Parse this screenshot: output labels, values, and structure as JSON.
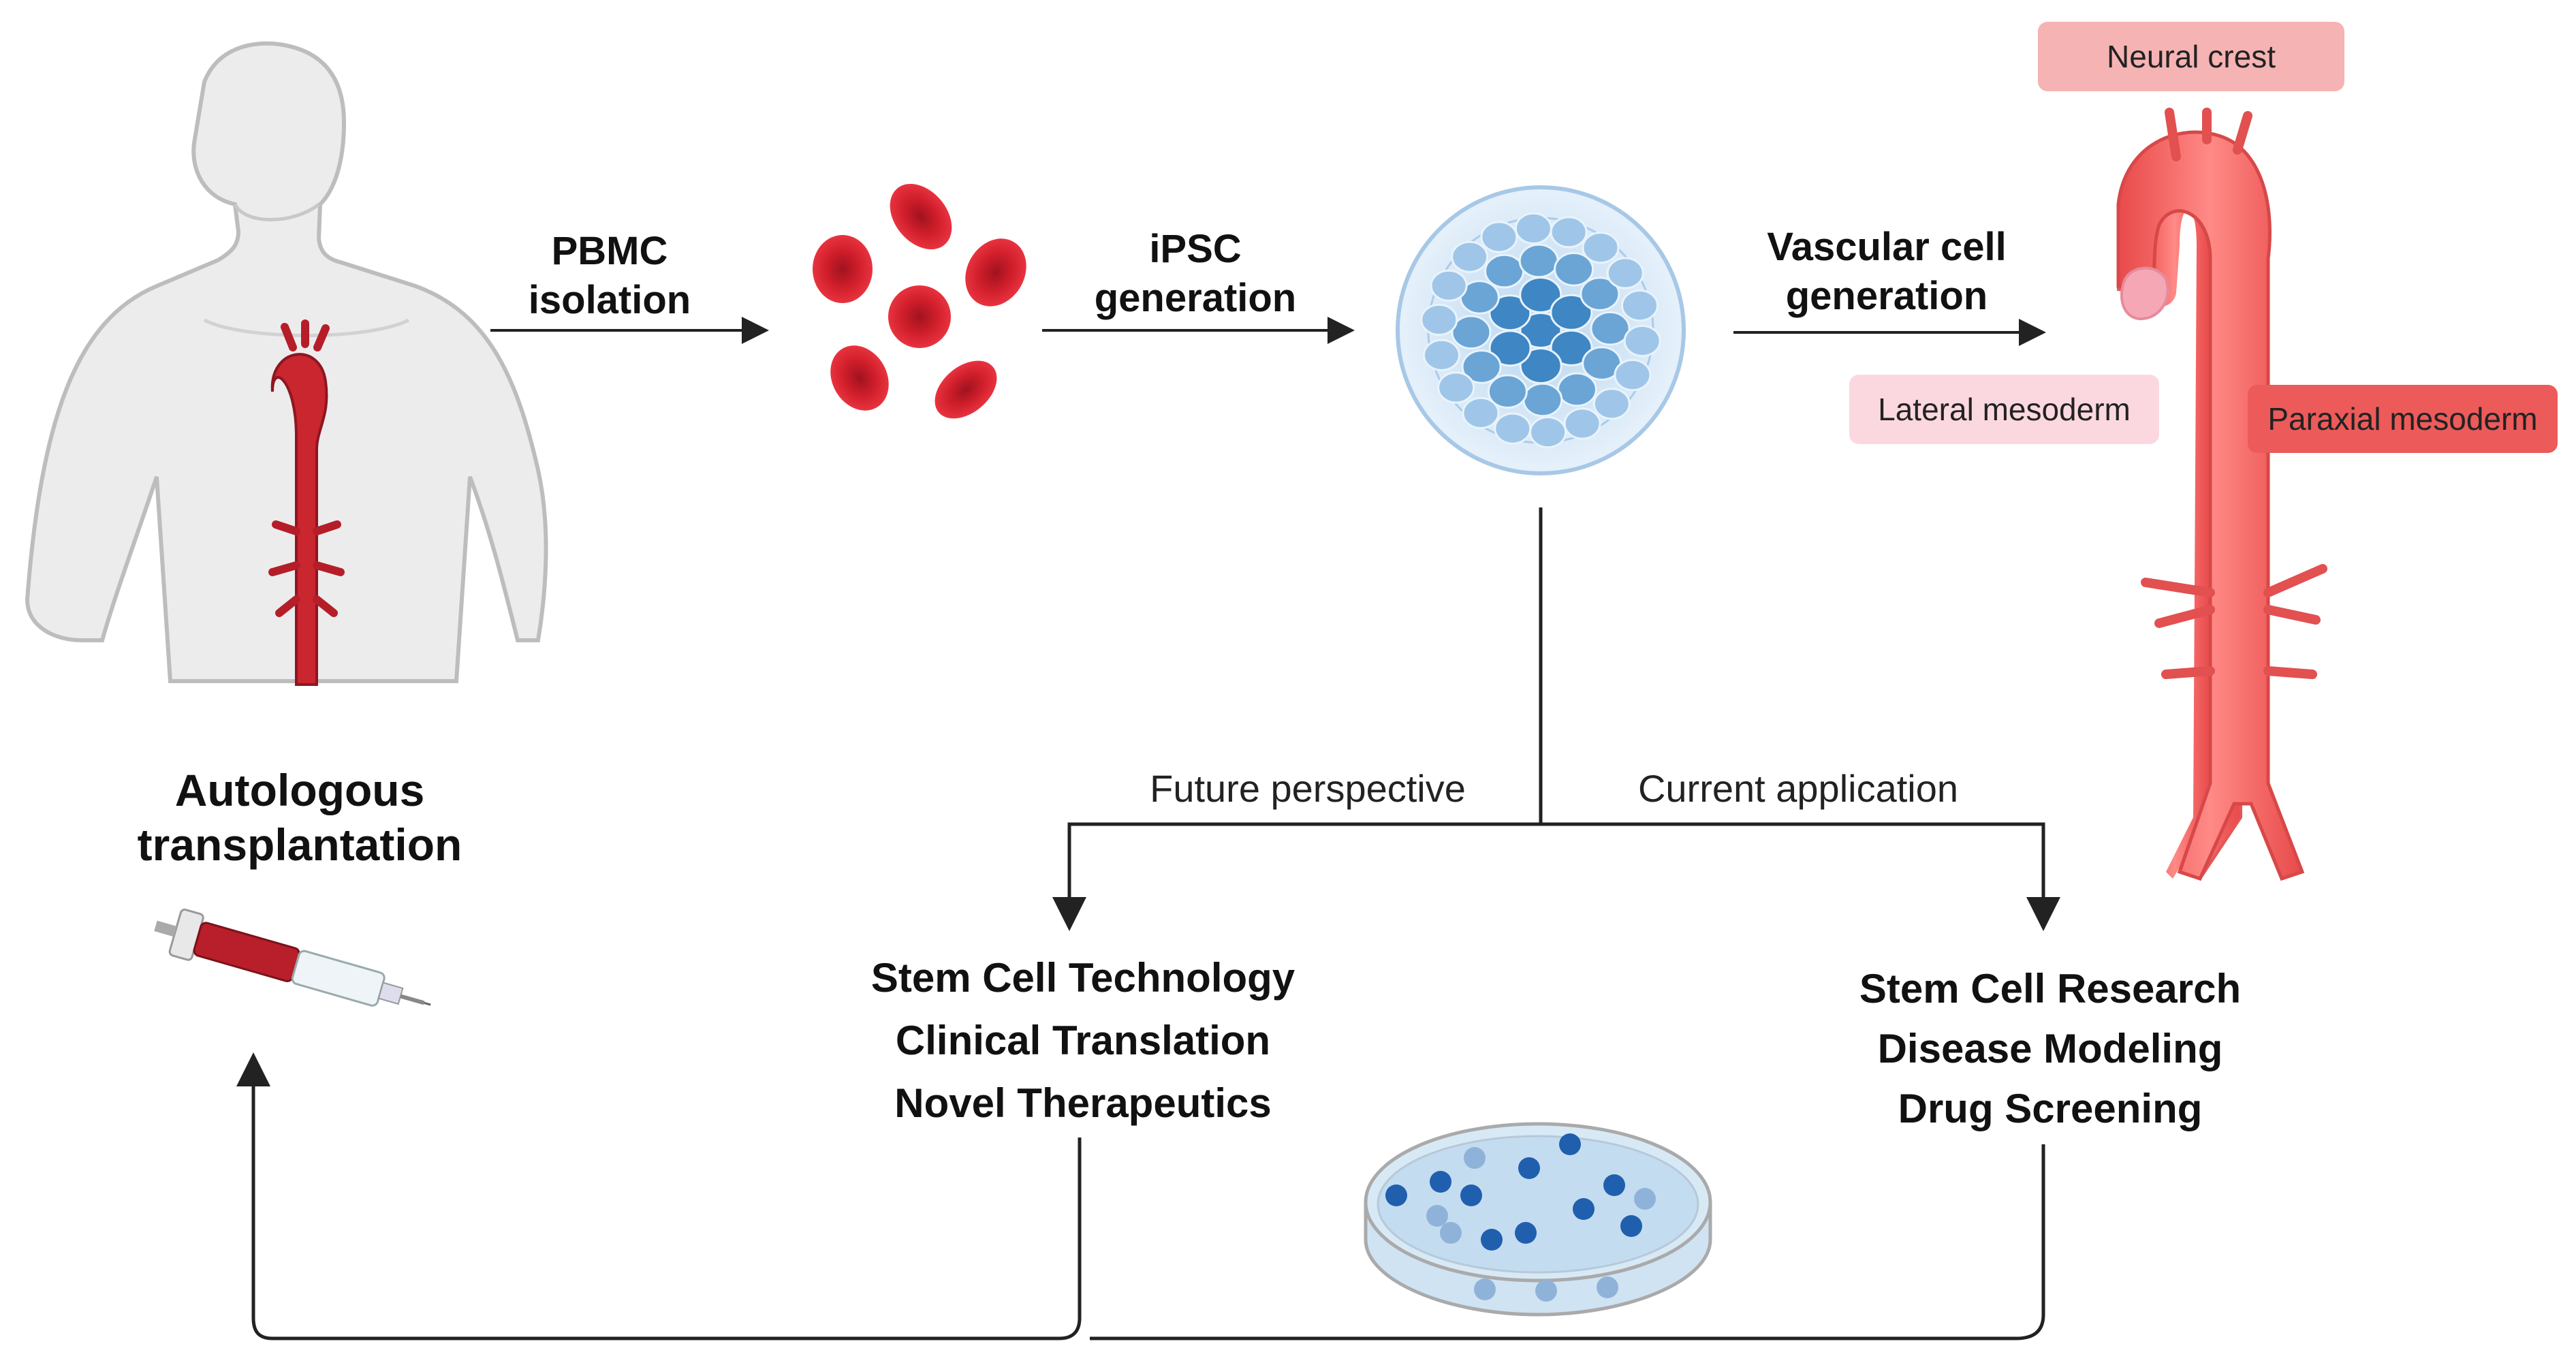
{
  "steps": {
    "pbmc": [
      "PBMC",
      "isolation"
    ],
    "ipsc": [
      "iPSC",
      "generation"
    ],
    "vascular": [
      "Vascular cell",
      "generation"
    ]
  },
  "branches": {
    "future": "Future perspective",
    "current": "Current application"
  },
  "outcomes": {
    "future": [
      "Stem Cell Technology",
      "Clinical Translation",
      "Novel Therapeutics"
    ],
    "current": [
      "Stem Cell Research",
      "Disease Modeling",
      "Drug Screening"
    ]
  },
  "autologous": [
    "Autologous",
    "transplantation"
  ],
  "aorta_regions": {
    "neural_crest": {
      "label": "Neural crest",
      "color": "#f6b3b3"
    },
    "lateral_mesoderm": {
      "label": "Lateral mesoderm",
      "color": "#fbd8e0"
    },
    "paraxial_mesoderm": {
      "label": "Paraxial mesoderm",
      "color": "#ec5a5a"
    }
  },
  "icons": [
    "human-body-icon",
    "red-blood-cells-icon",
    "ipsc-colony-icon",
    "aorta-icon",
    "syringe-icon",
    "petri-dish-icon"
  ]
}
